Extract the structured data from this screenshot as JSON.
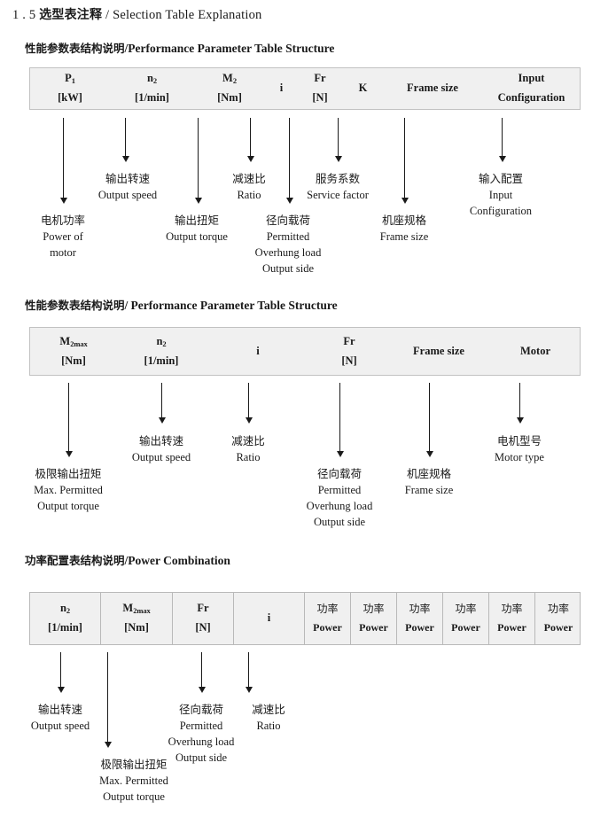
{
  "document": {
    "title_number": "1 . 5",
    "title_cn": "选型表注释",
    "title_sep": "/",
    "title_en": "Selection Table Explanation"
  },
  "sections": [
    {
      "heading_cn": "性能参数表结构说明",
      "heading_sep": "/",
      "heading_en": "Performance Parameter Table Structure",
      "table": {
        "name": "performance-parameter-table-1",
        "bordered_cells": false,
        "columns": [
          {
            "line1": "P",
            "sub1": "1",
            "line2": "[kW]"
          },
          {
            "line1": "n",
            "sub1": "2",
            "line2": "[1/min]"
          },
          {
            "line1": "M",
            "sub1": "2",
            "line2": "[Nm]"
          },
          {
            "line1": "i",
            "sub1": "",
            "line2": ""
          },
          {
            "line1": "Fr",
            "sub1": "",
            "line2": "[N]"
          },
          {
            "line1": "K",
            "sub1": "",
            "line2": ""
          },
          {
            "line1": "Frame size",
            "sub1": "",
            "line2": ""
          },
          {
            "line1": "Input",
            "sub1": "",
            "line2": "Configuration"
          }
        ]
      },
      "annotations": [
        {
          "cn": "电机功率",
          "en1": "Power of",
          "en2": "motor",
          "en3": ""
        },
        {
          "cn": "输出转速",
          "en1": "Output speed",
          "en2": "",
          "en3": ""
        },
        {
          "cn": "输出扭矩",
          "en1": "Output torque",
          "en2": "",
          "en3": ""
        },
        {
          "cn": "减速比",
          "en1": "Ratio",
          "en2": "",
          "en3": ""
        },
        {
          "cn": "径向载荷",
          "en1": "Permitted",
          "en2": "Overhung load",
          "en3": "Output side"
        },
        {
          "cn": "服务系数",
          "en1": "Service factor",
          "en2": "",
          "en3": ""
        },
        {
          "cn": "机座规格",
          "en1": "Frame size",
          "en2": "",
          "en3": ""
        },
        {
          "cn": "输入配置",
          "en1": "Input",
          "en2": "Configuration",
          "en3": ""
        }
      ]
    },
    {
      "heading_cn": "性能参数表结构说明",
      "heading_sep": "/",
      "heading_en": "Performance Parameter Table Structure",
      "table": {
        "name": "performance-parameter-table-2",
        "bordered_cells": false,
        "columns": [
          {
            "line1": "M",
            "sub1": "2max",
            "line2": "[Nm]"
          },
          {
            "line1": "n",
            "sub1": "2",
            "line2": "[1/min]"
          },
          {
            "line1": "i",
            "sub1": "",
            "line2": ""
          },
          {
            "line1": "Fr",
            "sub1": "",
            "line2": "[N]"
          },
          {
            "line1": "Frame size",
            "sub1": "",
            "line2": ""
          },
          {
            "line1": "Motor",
            "sub1": "",
            "line2": ""
          }
        ]
      },
      "annotations": [
        {
          "cn": "极限输出扭矩",
          "en1": "Max. Permitted",
          "en2": "Output  torque",
          "en3": ""
        },
        {
          "cn": "输出转速",
          "en1": "Output speed",
          "en2": "",
          "en3": ""
        },
        {
          "cn": "减速比",
          "en1": "Ratio",
          "en2": "",
          "en3": ""
        },
        {
          "cn": "径向载荷",
          "en1": "Permitted",
          "en2": "Overhung load",
          "en3": "Output side"
        },
        {
          "cn": "机座规格",
          "en1": "Frame size",
          "en2": "",
          "en3": ""
        },
        {
          "cn": "电机型号",
          "en1": "Motor type",
          "en2": "",
          "en3": ""
        }
      ]
    },
    {
      "heading_cn": "功率配置表结构说明",
      "heading_sep": "/",
      "heading_en": "Power Combination",
      "table": {
        "name": "power-combination-table",
        "bordered_cells": true,
        "columns": [
          {
            "line1": "n",
            "sub1": "2",
            "line2": "[1/min]"
          },
          {
            "line1": "M",
            "sub1": "2max",
            "line2": "[Nm]"
          },
          {
            "line1": "Fr",
            "sub1": "",
            "line2": "[N]"
          },
          {
            "line1": "i",
            "sub1": "",
            "line2": ""
          },
          {
            "line1": "功率",
            "sub1": "",
            "line2": "Power"
          },
          {
            "line1": "功率",
            "sub1": "",
            "line2": "Power"
          },
          {
            "line1": "功率",
            "sub1": "",
            "line2": "Power"
          },
          {
            "line1": "功率",
            "sub1": "",
            "line2": "Power"
          },
          {
            "line1": "功率",
            "sub1": "",
            "line2": "Power"
          },
          {
            "line1": "功率",
            "sub1": "",
            "line2": "Power"
          }
        ]
      },
      "annotations": [
        {
          "cn": "输出转速",
          "en1": "Output speed",
          "en2": "",
          "en3": ""
        },
        {
          "cn": "极限输出扭矩",
          "en1": "Max. Permitted",
          "en2": "Output  torque",
          "en3": ""
        },
        {
          "cn": "径向载荷",
          "en1": "Permitted",
          "en2": "Overhung load",
          "en3": "Output side"
        },
        {
          "cn": "减速比",
          "en1": "Ratio",
          "en2": "",
          "en3": ""
        }
      ]
    }
  ],
  "colors": {
    "table_fill": "#f0f0f0",
    "table_border": "#b9b9b9",
    "text": "#1a1a1a",
    "page_background": "#ffffff"
  }
}
